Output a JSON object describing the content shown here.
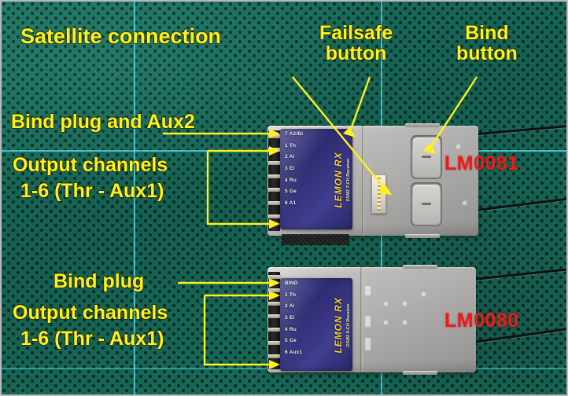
{
  "scene": {
    "subject": "Lemon RX receivers on a green cutting mat",
    "background_color": "#186453",
    "grid_color": "#4fd0e6",
    "annotation_color": "#fff11e",
    "part_number_color": "#ef1b1b"
  },
  "annotations": {
    "satellite_connection": "Satellite connection",
    "failsafe_button": "Failsafe\nbutton",
    "bind_button": "Bind\nbutton",
    "bind_plug_and_aux2": "Bind plug and Aux2",
    "output_channels_top_line1": "Output channels",
    "output_channels_top_line2": "1-6 (Thr - Aux1)",
    "bind_plug": "Bind plug",
    "output_channels_bottom_line1": "Output channels",
    "output_channels_bottom_line2": "1-6 (Thr - Aux1)"
  },
  "receivers": [
    {
      "part_number": "LM0081",
      "brand": "LEMON RX",
      "brand_sub": "DSM2 7-CH Receiver",
      "pins": [
        "7 A2/Bi",
        "1 Th",
        "2 Ai",
        "3 El",
        "4 Ru",
        "5 Ge",
        "6 A1"
      ],
      "buttons": [
        "bind-button",
        "failsafe-button"
      ],
      "has_satellite_connector": true,
      "antenna_count": 2
    },
    {
      "part_number": "LM0080",
      "brand": "LEMON RX",
      "brand_sub": "DSM2 6-CH Receiver",
      "pins": [
        "BIND",
        "1 Th",
        "2 Ai",
        "3 El",
        "4 Ru",
        "5 Ge",
        "6 Aux1"
      ],
      "buttons": [],
      "has_satellite_connector": false,
      "antenna_count": 2
    }
  ]
}
